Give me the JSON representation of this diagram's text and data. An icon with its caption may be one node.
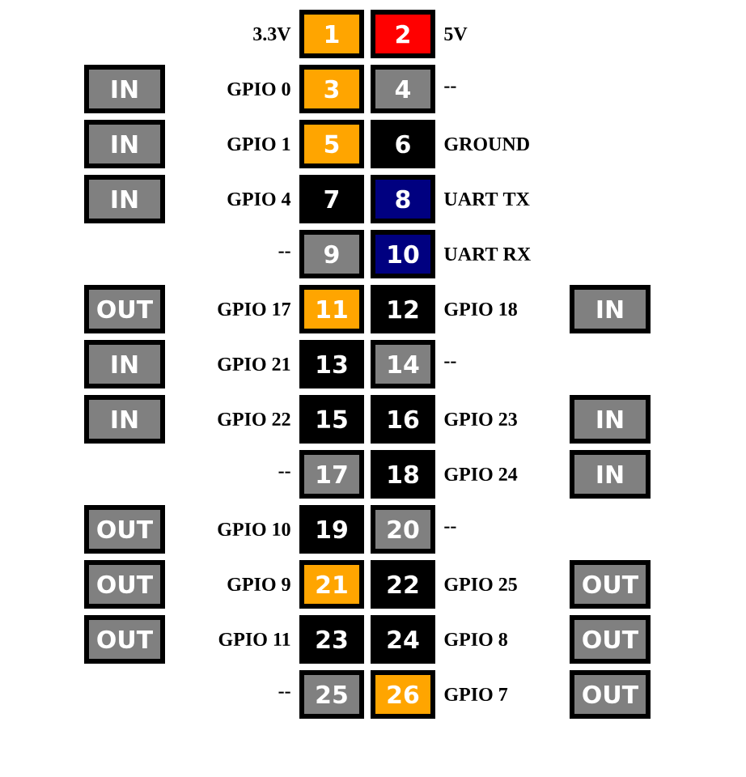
{
  "diagram": {
    "nodes": [
      {
        "text": [
          "1"
        ],
        "beside": [
          "3.3V"
        ]
      },
      {
        "text": [
          "2"
        ],
        "beside": [
          "5V"
        ]
      },
      {
        "text": [
          "IN"
        ]
      },
      {
        "text": [
          "3"
        ],
        "beside": [
          "GPIO 0"
        ]
      },
      {
        "text": [
          "4"
        ],
        "beside": [
          "--"
        ]
      },
      {
        "text": [
          "IN"
        ]
      },
      {
        "text": [
          "5"
        ],
        "beside": [
          "GPIO 1"
        ]
      },
      {
        "text": [
          "6"
        ],
        "beside": [
          "GROUND"
        ]
      },
      {
        "text": [
          "IN"
        ]
      },
      {
        "text": [
          "7"
        ],
        "beside": [
          "GPIO 4"
        ]
      },
      {
        "text": [
          "8"
        ],
        "beside": [
          "UART TX"
        ]
      },
      {
        "text": [
          "9"
        ],
        "beside": [
          "--"
        ]
      },
      {
        "text": [
          "10"
        ],
        "beside": [
          "UART RX"
        ]
      },
      {
        "text": [
          "OUT"
        ]
      },
      {
        "text": [
          "11"
        ],
        "beside": [
          "GPIO 17"
        ]
      },
      {
        "text": [
          "12"
        ],
        "beside": [
          "GPIO 18"
        ]
      },
      {
        "text": [
          "IN"
        ]
      },
      {
        "text": [
          "IN"
        ]
      },
      {
        "text": [
          "13"
        ],
        "beside": [
          "GPIO 21"
        ]
      },
      {
        "text": [
          "14"
        ],
        "beside": [
          "--"
        ]
      },
      {
        "text": [
          "IN"
        ]
      },
      {
        "text": [
          "15"
        ],
        "beside": [
          "GPIO 22"
        ]
      },
      {
        "text": [
          "16"
        ],
        "beside": [
          "GPIO 23"
        ]
      },
      {
        "text": [
          "IN"
        ]
      },
      {
        "text": [
          "17"
        ],
        "beside": [
          "--"
        ]
      },
      {
        "text": [
          "18"
        ],
        "beside": [
          "GPIO 24"
        ]
      },
      {
        "text": [
          "IN"
        ]
      },
      {
        "text": [
          "OUT"
        ]
      },
      {
        "text": [
          "19"
        ],
        "beside": [
          "GPIO 10"
        ]
      },
      {
        "text": [
          "20"
        ],
        "beside": [
          "--"
        ]
      },
      {
        "text": [
          "OUT"
        ]
      },
      {
        "text": [
          "21"
        ],
        "beside": [
          "GPIO 9"
        ]
      },
      {
        "text": [
          "22"
        ],
        "beside": [
          "GPIO 25"
        ]
      },
      {
        "text": [
          "OUT"
        ]
      },
      {
        "text": [
          "OUT"
        ]
      },
      {
        "text": [
          "23"
        ],
        "beside": [
          "GPIO 11"
        ]
      },
      {
        "text": [
          "24"
        ],
        "beside": [
          "GPIO 8"
        ]
      },
      {
        "text": [
          "OUT"
        ]
      },
      {
        "text": [
          "25"
        ],
        "beside": [
          "--"
        ]
      },
      {
        "text": [
          "26"
        ],
        "beside": [
          "GPIO 7"
        ]
      },
      {
        "text": [
          "OUT"
        ]
      }
    ]
  }
}
